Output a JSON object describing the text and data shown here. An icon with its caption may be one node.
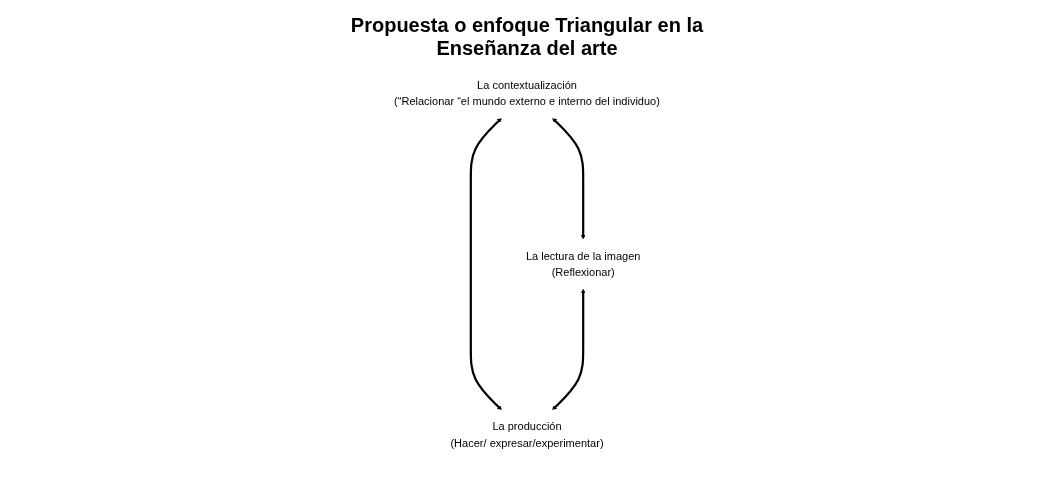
{
  "diagram": {
    "title": "Propuesta o enfoque Triangular en la Enseñanza del arte",
    "nodes": [
      {
        "text": [
          "La contextualización",
          "(“Relacionar “el mundo externo e interno del individuo)"
        ]
      },
      {
        "text": [
          "La lectura de la imagen",
          "(Reflexionar)"
        ]
      },
      {
        "text": [
          "La producción",
          "(Hacer/ expresar/experimentar)"
        ]
      }
    ],
    "edges": [
      {
        "from": 0,
        "to": 1,
        "arrow": "both"
      },
      {
        "from": 0,
        "to": 2,
        "arrow": "both"
      },
      {
        "from": 1,
        "to": 2,
        "arrow": "both"
      }
    ]
  }
}
